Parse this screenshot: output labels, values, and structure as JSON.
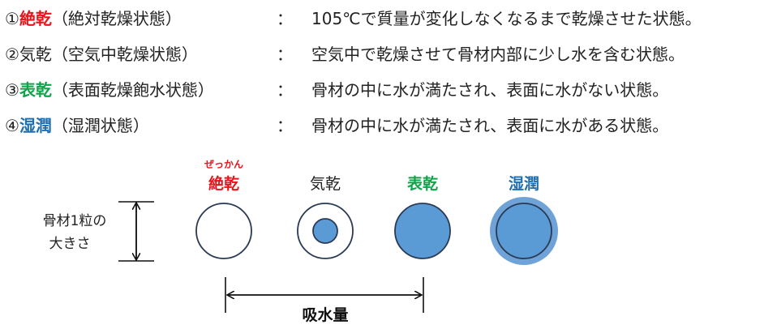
{
  "colors": {
    "zekkan": "#e8141b",
    "hyokan": "#12a24a",
    "shitsujun": "#1f6fb0",
    "fill_blue": "#5b9bd5",
    "outline_dark": "#2a3a55",
    "wet_halo": "#6fa3d8",
    "text": "#222222"
  },
  "definitions": [
    {
      "num": "①",
      "term": "絶乾",
      "paren": "（絶対乾燥状態）",
      "colon": "：",
      "text": "105℃で質量が変化しなくなるまで乾燥させた状態。",
      "term_color": "#e8141b",
      "term_bold": true
    },
    {
      "num": "②",
      "term": "気乾",
      "paren": "（空気中乾燥状態）",
      "colon": "：",
      "text": "空気中で乾燥させて骨材内部に少し水を含む状態。",
      "term_color": "#222222",
      "term_bold": false
    },
    {
      "num": "③",
      "term": "表乾",
      "paren": "（表面乾燥飽水状態）",
      "colon": "：",
      "text": "骨材の中に水が満たされ、表面に水がない状態。",
      "term_color": "#12a24a",
      "term_bold": true
    },
    {
      "num": "④",
      "term": "湿潤",
      "paren": "（湿潤状態）",
      "colon": "：",
      "text": "骨材の中に水が満たされ、表面に水がある状態。",
      "term_color": "#1f6fb0",
      "term_bold": true
    }
  ],
  "diagram": {
    "ruby": "ぜっかん",
    "size_label_line1": "骨材1粒の",
    "size_label_line2": "大きさ",
    "states": [
      {
        "label": "絶乾",
        "color": "#e8141b",
        "bold": true,
        "type": "empty",
        "inner_fill_ratio": 0
      },
      {
        "label": "気乾",
        "color": "#222222",
        "bold": false,
        "type": "partial",
        "inner_fill_ratio": 0.45
      },
      {
        "label": "表乾",
        "color": "#12a24a",
        "bold": true,
        "type": "full",
        "inner_fill_ratio": 1
      },
      {
        "label": "湿潤",
        "color": "#1f6fb0",
        "bold": true,
        "type": "wet",
        "inner_fill_ratio": 1
      }
    ],
    "arrow_label": "吸水量"
  }
}
